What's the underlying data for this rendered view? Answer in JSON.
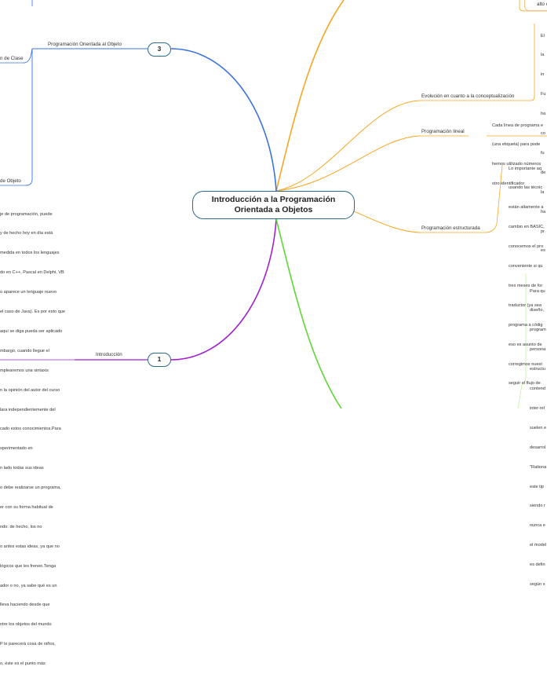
{
  "central": {
    "line1": "Introducción a la Programación",
    "line2": "Orientada a Objetos"
  },
  "nodes": {
    "poo_number": "3",
    "poo_label": "Programación Orientada al Objeto",
    "clase_label": "n de Clase",
    "objeto_label": "de Objeto",
    "intro_number": "1",
    "intro_label": "Introducción"
  },
  "right": {
    "top_label": "alto o ba",
    "evolucion_label": "Evolución en cuanto a la conceptualización",
    "evolucion_text": [
      "El",
      "la",
      "in",
      "Fu",
      "ha",
      "co",
      "fu",
      "de",
      "la",
      "ha",
      "pr",
      "es"
    ],
    "lineal_label": "Programación lineal",
    "lineal_text": [
      "Cada línea de programa e",
      "(una etiqueta) para pode",
      "hemos utilizado números",
      "otro identificador"
    ],
    "estructurada_label": "Programación estructurada",
    "estructurada_text": [
      "Lo importante aq",
      "usando las técnic",
      "están altamente a",
      "cambio en BASIC,",
      "conocemos el pro",
      "conveniente si qu",
      "tres meses de for",
      "traductor (ya sea",
      "programa a códig",
      "eso es asunto de",
      "corregimos nuest",
      "seguir el flujo de"
    ],
    "bottom_text": [
      "Para qu",
      "diseño,",
      "program",
      "persona",
      "estructu",
      "contend",
      "inter-rel",
      "suelen e",
      "desarrol",
      "\"Rationa",
      "este tip",
      "siendo r",
      "nunca e",
      "el model",
      "es defin",
      "según s"
    ]
  },
  "left_text": [
    "je de programación, puede",
    "y de hecho hoy en día está",
    "medida en todos los lenguajes",
    "do en C++, Pascal en Delphi, VB",
    "o aparece un lenguaje nuevo",
    "el caso de Java). Es por esto que",
    "aquí se diga pueda ser aplicado",
    "mbargo, cuando llegue el",
    "mplearemos una sintaxis",
    "n la opinión del autor del curso",
    "lara independientemente del",
    "cado estos conocimientos.Para",
    "xperimentado en",
    "n lado todas sus ideas",
    "o debe realizarse un programa,",
    "er con su forma habitual de",
    "ndo: de hecho, los no",
    "o antes estas ideas, ya que no",
    "lógicos que les frenen.Tenga",
    "ador o no, ya sabe qué es un",
    "lleva haciendo desde que",
    "ntre los objetos del mundo",
    "P le parecerá cosa de niños,",
    "o, éste es el punto más"
  ]
}
